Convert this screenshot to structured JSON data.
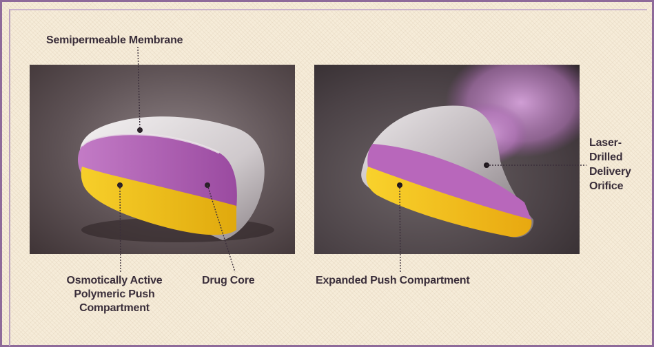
{
  "labels": {
    "semipermeable_membrane": "Semipermeable Membrane",
    "osmotic_line1": "Osmotically Active",
    "osmotic_line2": "Polymeric Push",
    "osmotic_line3": "Compartment",
    "drug_core": "Drug Core",
    "expanded_push": "Expanded Push Compartment",
    "orifice_line1": "Laser-",
    "orifice_line2": "Drilled",
    "orifice_line3": "Delivery",
    "orifice_line4": "Orifice"
  },
  "colors": {
    "border": "#8e6a9a",
    "background": "#f6ecd9",
    "drug_layer": "#b05fb4",
    "push_layer": "#f2c21a",
    "shell": "#d9d4d6",
    "drug_cloud": "#c98fcf",
    "leader": "#3a2e3a"
  }
}
